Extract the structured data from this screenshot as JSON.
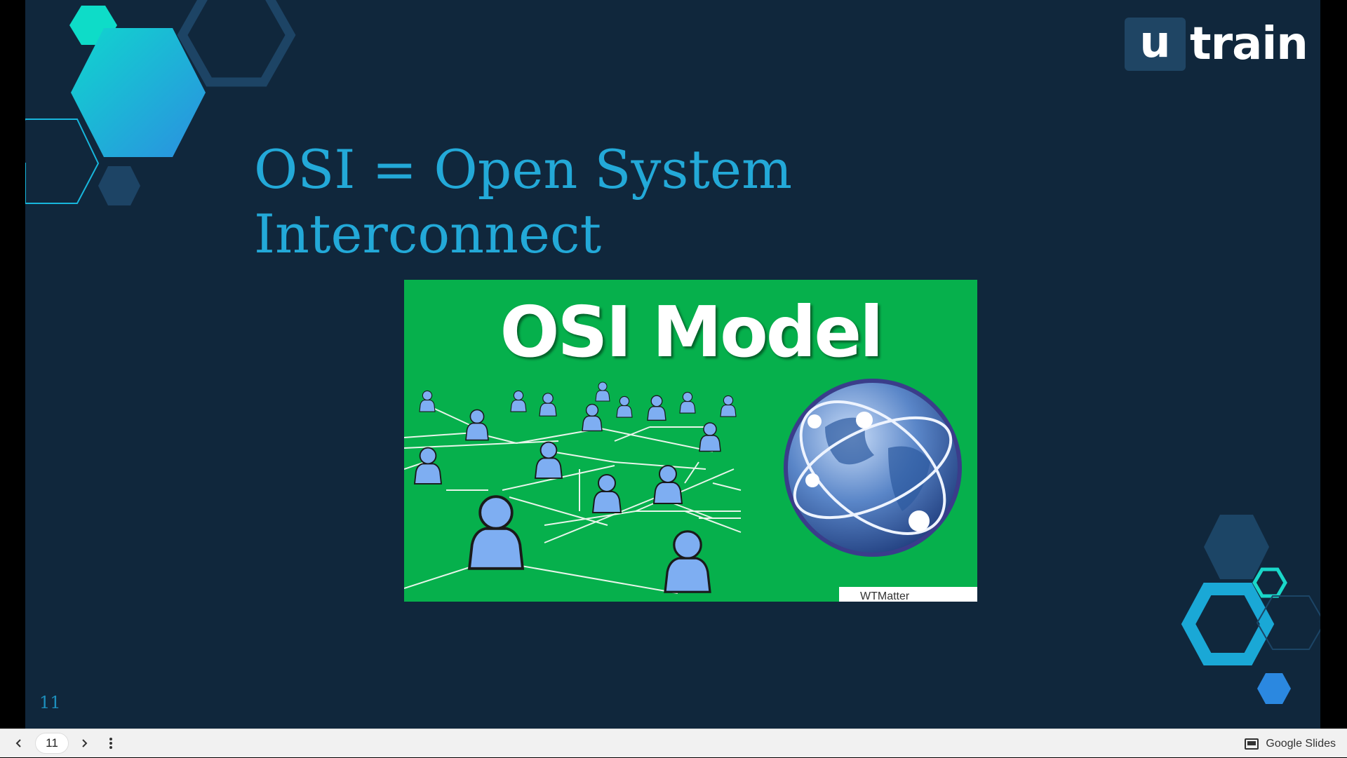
{
  "slide": {
    "title_line1": "OSI = Open System",
    "title_line2": "Interconnect",
    "image_heading": "OSI Model",
    "watermark_text": "WTMatter",
    "slide_number": "11",
    "logo": {
      "letter": "u",
      "word": "train"
    }
  },
  "toolbar": {
    "current_page": "11",
    "brand_label": "Google Slides",
    "prev_icon": "chevron-left-icon",
    "next_icon": "chevron-right-icon",
    "menu_icon": "more-vert-icon"
  },
  "colors": {
    "slide_bg": "#10273c",
    "title": "#23a9d8",
    "image_bg": "#06b04c",
    "person": "#7eaef2",
    "hex_teal": "#10d8cc",
    "hex_dark": "#1c4566"
  }
}
